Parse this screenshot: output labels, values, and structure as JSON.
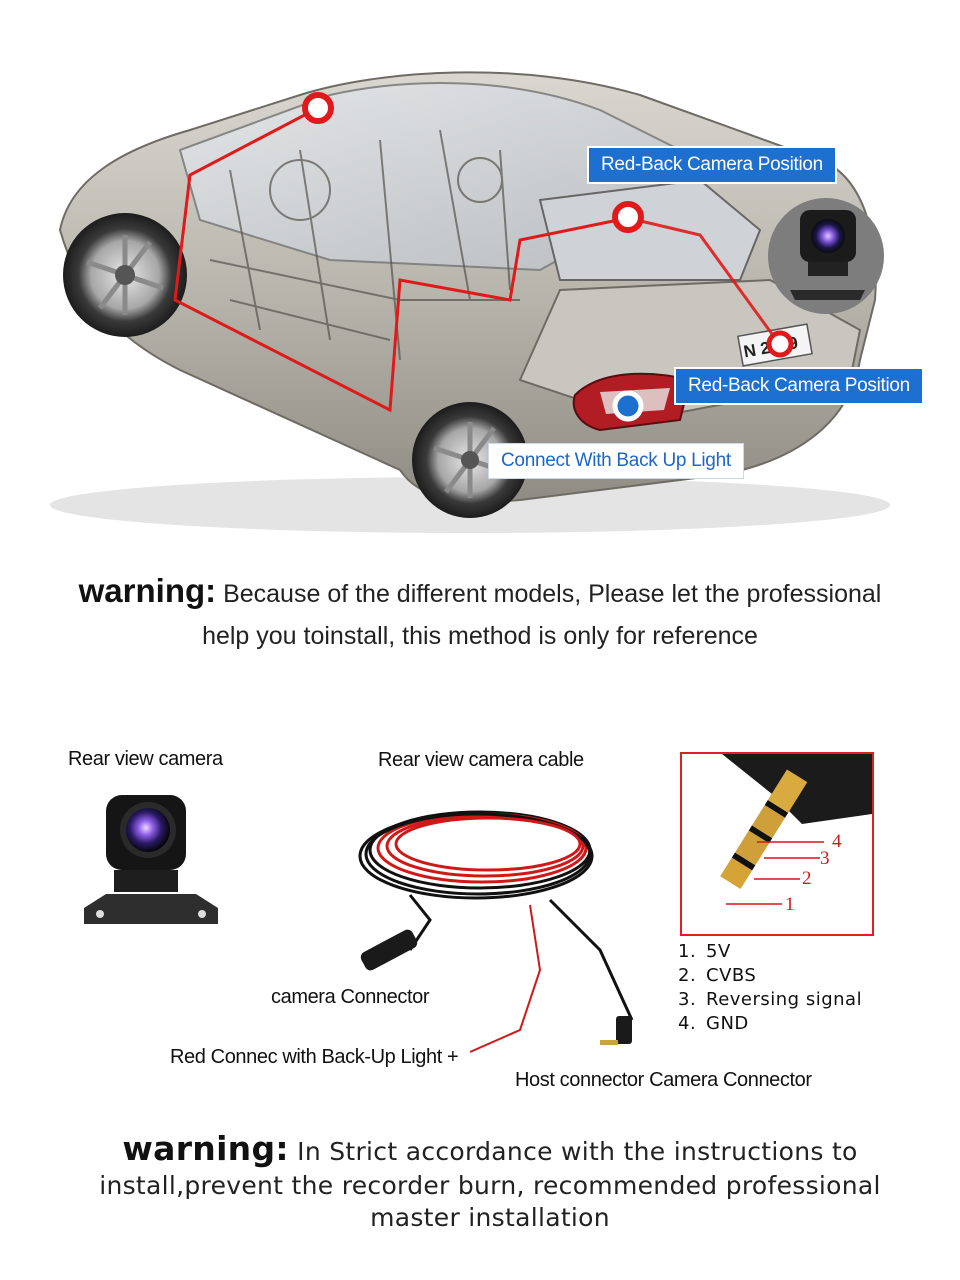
{
  "callouts": {
    "top_camera": "Red-Back Camera Position",
    "side_camera": "Red-Back Camera Position",
    "back_up_light": "Connect With Back Up Light"
  },
  "plate_text": "N 2529",
  "warning_top": {
    "head": "warning:",
    "line1": "Because of the different models, Please let the professional",
    "line2": "help you toinstall, this method is only for reference"
  },
  "products": {
    "camera_label": "Rear view camera",
    "cable_label": "Rear view camera cable",
    "camera_connector": "camera Connector",
    "red_connect": "Red Connec with Back-Up Light +",
    "host_connector": "Host connector Camera Connector"
  },
  "jack_pins": [
    "1",
    "2",
    "3",
    "4"
  ],
  "pinout": [
    {
      "num": "1.",
      "label": "5V"
    },
    {
      "num": "2.",
      "label": "CVBS"
    },
    {
      "num": "3.",
      "label": "Reversing signal"
    },
    {
      "num": "4.",
      "label": "GND"
    }
  ],
  "warning_bottom": {
    "head": "warning:",
    "line1": "In Strict accordance with the instructions to",
    "line2": "install,prevent the recorder burn, recommended professional",
    "line3": "master installation"
  },
  "colors": {
    "callout_blue": "#1d6fd0",
    "wire_red": "#e01a1a",
    "pin_box_border": "#e02020"
  }
}
